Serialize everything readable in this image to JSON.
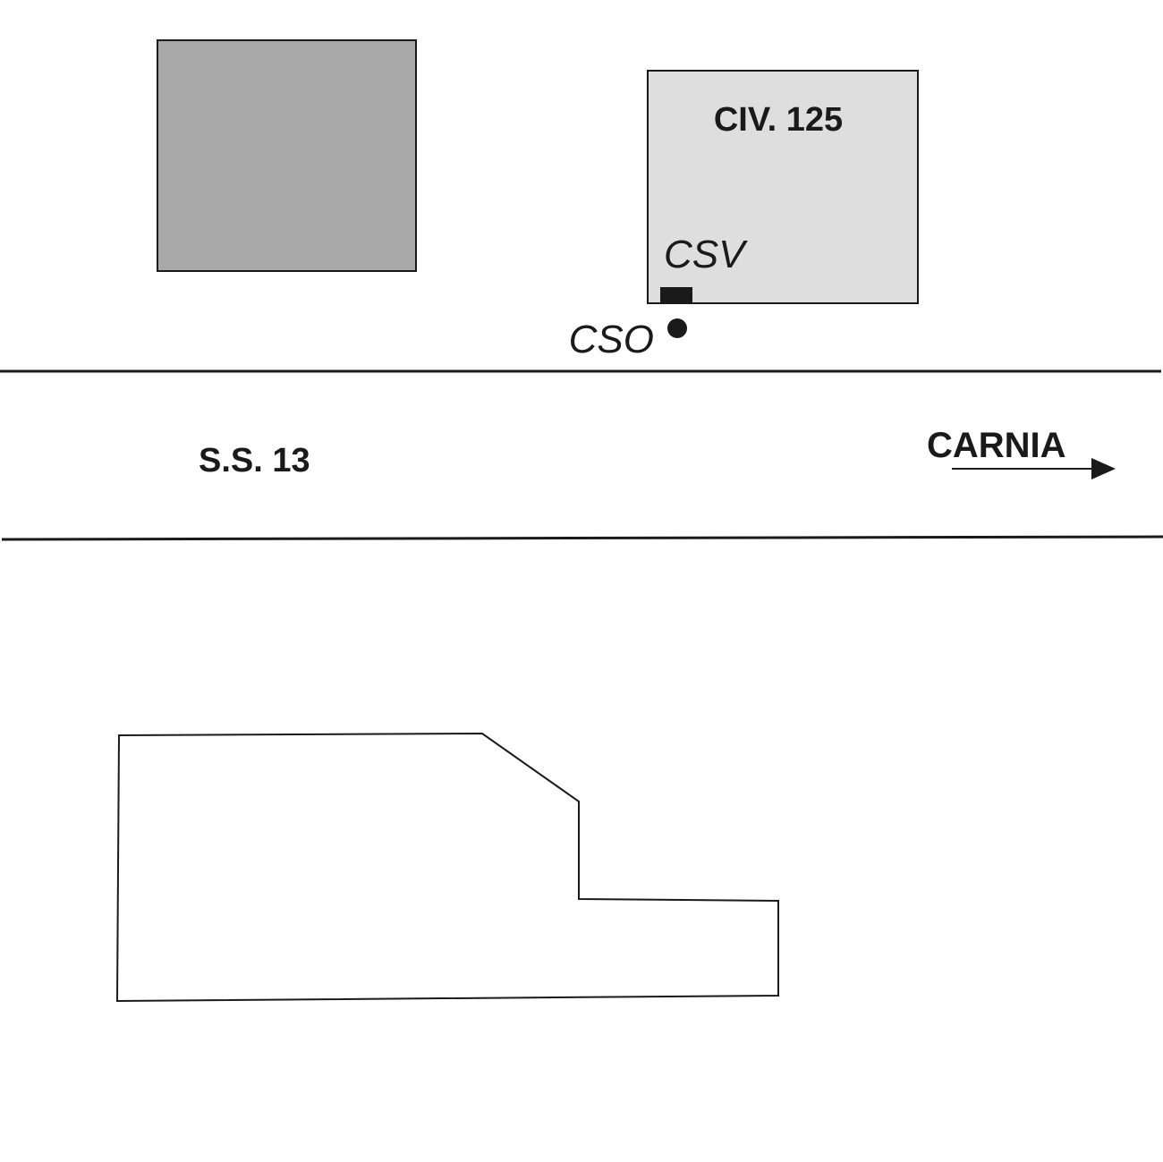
{
  "labels": {
    "building_number": "CIV. 125",
    "csv": "CSV",
    "cso": "CSO",
    "road_name": "S.S. 13",
    "direction": "CARNIA"
  },
  "colors": {
    "line": "#1a1a1a",
    "building_dark": "#a9a9a9",
    "building_light": "#dedede",
    "background": "#ffffff"
  },
  "icons": {
    "direction": "arrow-right-icon",
    "csv_marker": "filled-rectangle",
    "cso_marker": "filled-circle"
  }
}
